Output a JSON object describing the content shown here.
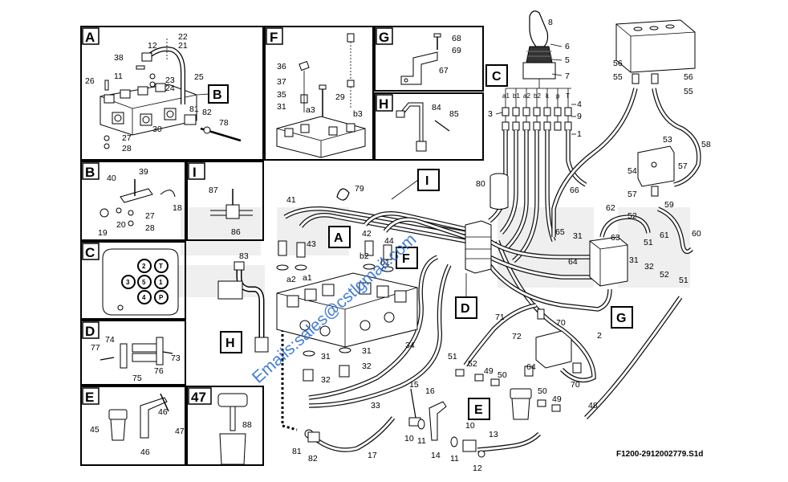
{
  "diagram": {
    "reference_code": "F1200-2912002779.S1d",
    "watermark": "Emails:sales@cstlgmail.com",
    "detail_panels": [
      {
        "key": "A",
        "title": "A"
      },
      {
        "key": "F",
        "title": "F"
      },
      {
        "key": "G",
        "title": "G"
      },
      {
        "key": "H",
        "title": "H"
      },
      {
        "key": "B",
        "title": "B"
      },
      {
        "key": "I",
        "title": "I"
      },
      {
        "key": "C",
        "title": "C"
      },
      {
        "key": "D",
        "title": "D"
      },
      {
        "key": "E",
        "title": "E"
      },
      {
        "key": "47",
        "title": "47"
      }
    ],
    "callouts": {
      "B_in_A": "B",
      "C_main": "C",
      "I_main": "I",
      "A_main": "A",
      "F_main": "F",
      "H_main": "H",
      "D_main": "D",
      "G_main": "G",
      "E_main": "E"
    },
    "panel_A_labels": [
      "22",
      "21",
      "12",
      "38",
      "26",
      "11",
      "23",
      "24",
      "25",
      "81",
      "82",
      "78",
      "30",
      "27",
      "28"
    ],
    "panel_F_labels": [
      "36",
      "37",
      "35",
      "31",
      "a3",
      "29",
      "b3"
    ],
    "panel_G_labels": [
      "68",
      "69",
      "67"
    ],
    "panel_H_labels": [
      "84",
      "85"
    ],
    "panel_B_labels": [
      "40",
      "39",
      "18",
      "27",
      "19",
      "20",
      "28"
    ],
    "panel_I_labels": [
      "87",
      "86"
    ],
    "panel_C_ports": [
      "2",
      "T",
      "3",
      "5",
      "1",
      "4",
      "P"
    ],
    "panel_D_labels": [
      "74",
      "77",
      "73",
      "75",
      "76"
    ],
    "panel_E_labels": [
      "45",
      "46",
      "47",
      "46"
    ],
    "panel_47_labels": [
      "88"
    ],
    "joystick_labels": [
      "8",
      "6",
      "5",
      "7",
      "4",
      "9",
      "1",
      "3"
    ],
    "joystick_ports": [
      "a1",
      "b1",
      "a2",
      "b2",
      "k",
      "p",
      "T"
    ],
    "main_labels": {
      "top_right": [
        "56",
        "55",
        "56",
        "55",
        "58",
        "53",
        "54",
        "57",
        "57",
        "59",
        "62",
        "52",
        "51",
        "61",
        "60",
        "66",
        "80",
        "79"
      ],
      "middle": [
        "41",
        "43",
        "42",
        "44",
        "b2",
        "b1",
        "a2",
        "a1",
        "83",
        "65",
        "31",
        "64",
        "63",
        "31",
        "32",
        "52",
        "51"
      ],
      "lower": [
        "31",
        "32",
        "31",
        "32",
        "34",
        "71",
        "70",
        "72",
        "2",
        "51",
        "52",
        "49",
        "50",
        "64",
        "70",
        "49",
        "50",
        "48",
        "33",
        "15",
        "16",
        "10",
        "11",
        "14",
        "10",
        "11",
        "12",
        "13",
        "17",
        "81",
        "82"
      ]
    }
  }
}
